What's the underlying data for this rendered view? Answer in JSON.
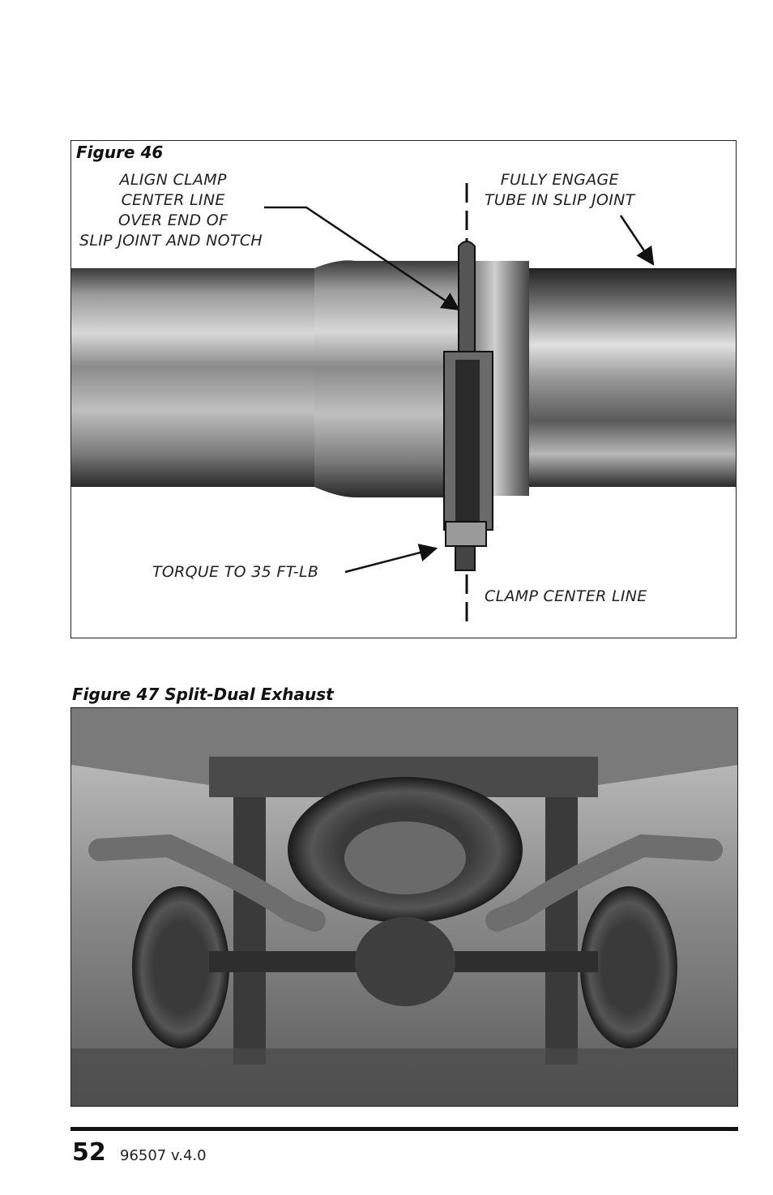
{
  "figure46": {
    "title": "Figure 46",
    "callouts": {
      "align_clamp": [
        "ALIGN CLAMP",
        "CENTER LINE",
        "OVER END OF",
        "SLIP JOINT AND NOTCH"
      ],
      "fully_engage": [
        "FULLY ENGAGE",
        "TUBE IN SLIP JOINT"
      ],
      "torque": "TORQUE TO 35 FT-LB",
      "clamp_center_line": "CLAMP CENTER LINE"
    }
  },
  "figure47": {
    "title": "Figure 47 Split-Dual Exhaust"
  },
  "footer": {
    "page_number": "52",
    "document_id": "96507 v.4.0"
  }
}
